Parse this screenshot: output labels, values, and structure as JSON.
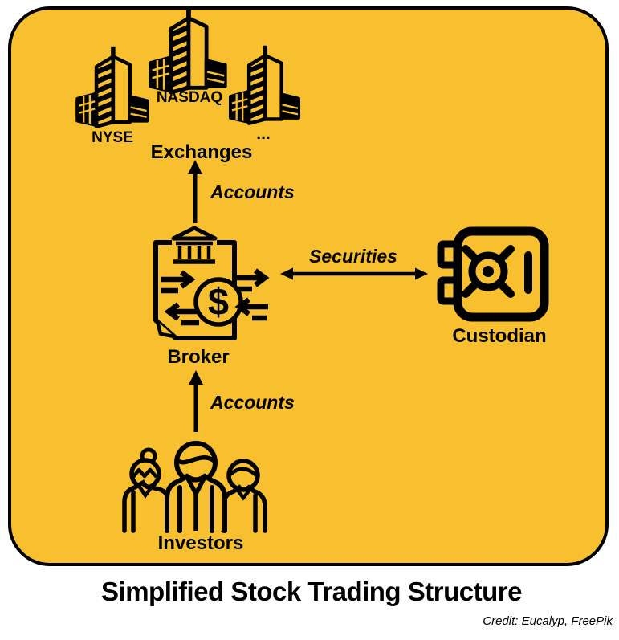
{
  "colors": {
    "panel_fill": "#F8BF2F",
    "outline": "#000000",
    "page_background": "#FFFFFF"
  },
  "title": "Simplified Stock Trading Structure",
  "credit": "Credit: Eucalyp, FreePik",
  "exchanges": {
    "group_label": "Exchanges",
    "items": [
      {
        "label": "NYSE"
      },
      {
        "label": "NASDAQ"
      },
      {
        "label": "..."
      }
    ]
  },
  "nodes": {
    "broker_label": "Broker",
    "custodian_label": "Custodian",
    "investors_label": "Investors"
  },
  "edges": {
    "investors_to_broker_label": "Accounts",
    "broker_to_exchanges_label": "Accounts",
    "broker_to_custodian_label": "Securities"
  },
  "icons": {
    "dollar_glyph": "$"
  }
}
